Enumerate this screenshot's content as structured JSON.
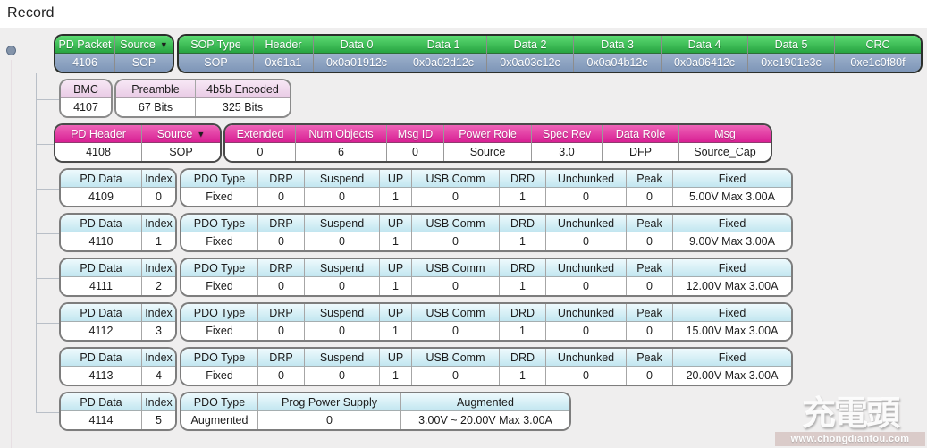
{
  "title": "Record",
  "icons": {
    "sort_arrow": "▼",
    "record_bullet": "circle"
  },
  "colors": {
    "packet_header_green": "#2fae47",
    "packet_value_blue": "#8299bb",
    "bmc_header_pink": "#eed3ea",
    "pd_header_magenta": "#d81f93",
    "pd_data_header_cyan": "#cde9f2",
    "background_gray": "#efeeee"
  },
  "records": [
    {
      "style": "green",
      "tables": [
        {
          "cells": [
            {
              "h": "PD Packet",
              "v": "4106"
            },
            {
              "h": "Source",
              "sort": true,
              "v": "SOP"
            }
          ]
        },
        {
          "cells": [
            {
              "h": "SOP Type",
              "v": "SOP"
            },
            {
              "h": "Header",
              "v": "0x61a1"
            },
            {
              "h": "Data 0",
              "v": "0x0a01912c"
            },
            {
              "h": "Data 1",
              "v": "0x0a02d12c"
            },
            {
              "h": "Data 2",
              "v": "0x0a03c12c"
            },
            {
              "h": "Data 3",
              "v": "0x0a04b12c"
            },
            {
              "h": "Data 4",
              "v": "0x0a06412c"
            },
            {
              "h": "Data 5",
              "v": "0xc1901e3c"
            },
            {
              "h": "CRC",
              "v": "0xe1c0f80f"
            }
          ]
        }
      ]
    },
    {
      "style": "pink",
      "tables": [
        {
          "cells": [
            {
              "h": "BMC",
              "v": "4107"
            }
          ]
        },
        {
          "cells": [
            {
              "h": "Preamble",
              "v": "67 Bits"
            },
            {
              "h": "4b5b Encoded",
              "v": "325 Bits"
            }
          ]
        }
      ]
    },
    {
      "style": "magenta",
      "tables": [
        {
          "cells": [
            {
              "h": "PD Header",
              "v": "4108"
            },
            {
              "h": "Source",
              "sort": true,
              "v": "SOP"
            }
          ]
        },
        {
          "cells": [
            {
              "h": "Extended",
              "v": "0"
            },
            {
              "h": "Num Objects",
              "v": "6"
            },
            {
              "h": "Msg ID",
              "v": "0"
            },
            {
              "h": "Power Role",
              "v": "Source"
            },
            {
              "h": "Spec Rev",
              "v": "3.0"
            },
            {
              "h": "Data Role",
              "v": "DFP"
            },
            {
              "h": "Msg",
              "v": "Source_Cap"
            }
          ]
        }
      ]
    },
    {
      "style": "cyan",
      "tables": [
        {
          "cells": [
            {
              "h": "PD Data",
              "v": "4109"
            },
            {
              "h": "Index",
              "v": "0"
            }
          ]
        },
        {
          "cells": [
            {
              "h": "PDO Type",
              "v": "Fixed"
            },
            {
              "h": "DRP",
              "v": "0"
            },
            {
              "h": "Suspend",
              "v": "0"
            },
            {
              "h": "UP",
              "v": "1"
            },
            {
              "h": "USB Comm",
              "v": "0"
            },
            {
              "h": "DRD",
              "v": "1"
            },
            {
              "h": "Unchunked",
              "v": "0"
            },
            {
              "h": "Peak",
              "v": "0"
            },
            {
              "h": "Fixed",
              "v": "5.00V Max 3.00A"
            }
          ]
        }
      ]
    },
    {
      "style": "cyan",
      "tables": [
        {
          "cells": [
            {
              "h": "PD Data",
              "v": "4110"
            },
            {
              "h": "Index",
              "v": "1"
            }
          ]
        },
        {
          "cells": [
            {
              "h": "PDO Type",
              "v": "Fixed"
            },
            {
              "h": "DRP",
              "v": "0"
            },
            {
              "h": "Suspend",
              "v": "0"
            },
            {
              "h": "UP",
              "v": "1"
            },
            {
              "h": "USB Comm",
              "v": "0"
            },
            {
              "h": "DRD",
              "v": "1"
            },
            {
              "h": "Unchunked",
              "v": "0"
            },
            {
              "h": "Peak",
              "v": "0"
            },
            {
              "h": "Fixed",
              "v": "9.00V Max 3.00A"
            }
          ]
        }
      ]
    },
    {
      "style": "cyan",
      "tables": [
        {
          "cells": [
            {
              "h": "PD Data",
              "v": "4111"
            },
            {
              "h": "Index",
              "v": "2"
            }
          ]
        },
        {
          "cells": [
            {
              "h": "PDO Type",
              "v": "Fixed"
            },
            {
              "h": "DRP",
              "v": "0"
            },
            {
              "h": "Suspend",
              "v": "0"
            },
            {
              "h": "UP",
              "v": "1"
            },
            {
              "h": "USB Comm",
              "v": "0"
            },
            {
              "h": "DRD",
              "v": "1"
            },
            {
              "h": "Unchunked",
              "v": "0"
            },
            {
              "h": "Peak",
              "v": "0"
            },
            {
              "h": "Fixed",
              "v": "12.00V Max 3.00A"
            }
          ]
        }
      ]
    },
    {
      "style": "cyan",
      "tables": [
        {
          "cells": [
            {
              "h": "PD Data",
              "v": "4112"
            },
            {
              "h": "Index",
              "v": "3"
            }
          ]
        },
        {
          "cells": [
            {
              "h": "PDO Type",
              "v": "Fixed"
            },
            {
              "h": "DRP",
              "v": "0"
            },
            {
              "h": "Suspend",
              "v": "0"
            },
            {
              "h": "UP",
              "v": "1"
            },
            {
              "h": "USB Comm",
              "v": "0"
            },
            {
              "h": "DRD",
              "v": "1"
            },
            {
              "h": "Unchunked",
              "v": "0"
            },
            {
              "h": "Peak",
              "v": "0"
            },
            {
              "h": "Fixed",
              "v": "15.00V Max 3.00A"
            }
          ]
        }
      ]
    },
    {
      "style": "cyan",
      "tables": [
        {
          "cells": [
            {
              "h": "PD Data",
              "v": "4113"
            },
            {
              "h": "Index",
              "v": "4"
            }
          ]
        },
        {
          "cells": [
            {
              "h": "PDO Type",
              "v": "Fixed"
            },
            {
              "h": "DRP",
              "v": "0"
            },
            {
              "h": "Suspend",
              "v": "0"
            },
            {
              "h": "UP",
              "v": "1"
            },
            {
              "h": "USB Comm",
              "v": "0"
            },
            {
              "h": "DRD",
              "v": "1"
            },
            {
              "h": "Unchunked",
              "v": "0"
            },
            {
              "h": "Peak",
              "v": "0"
            },
            {
              "h": "Fixed",
              "v": "20.00V Max 3.00A"
            }
          ]
        }
      ]
    },
    {
      "style": "cyan",
      "tables": [
        {
          "cells": [
            {
              "h": "PD Data",
              "v": "4114"
            },
            {
              "h": "Index",
              "v": "5"
            }
          ]
        },
        {
          "cells": [
            {
              "h": "PDO Type",
              "v": "Augmented"
            },
            {
              "h": "Prog Power Supply",
              "v": "0"
            },
            {
              "h": "Augmented",
              "v": "3.00V ~ 20.00V Max 3.00A"
            }
          ]
        }
      ]
    }
  ],
  "watermark": {
    "logo_text": "充電頭",
    "url": "www.chongdiantou.com"
  }
}
